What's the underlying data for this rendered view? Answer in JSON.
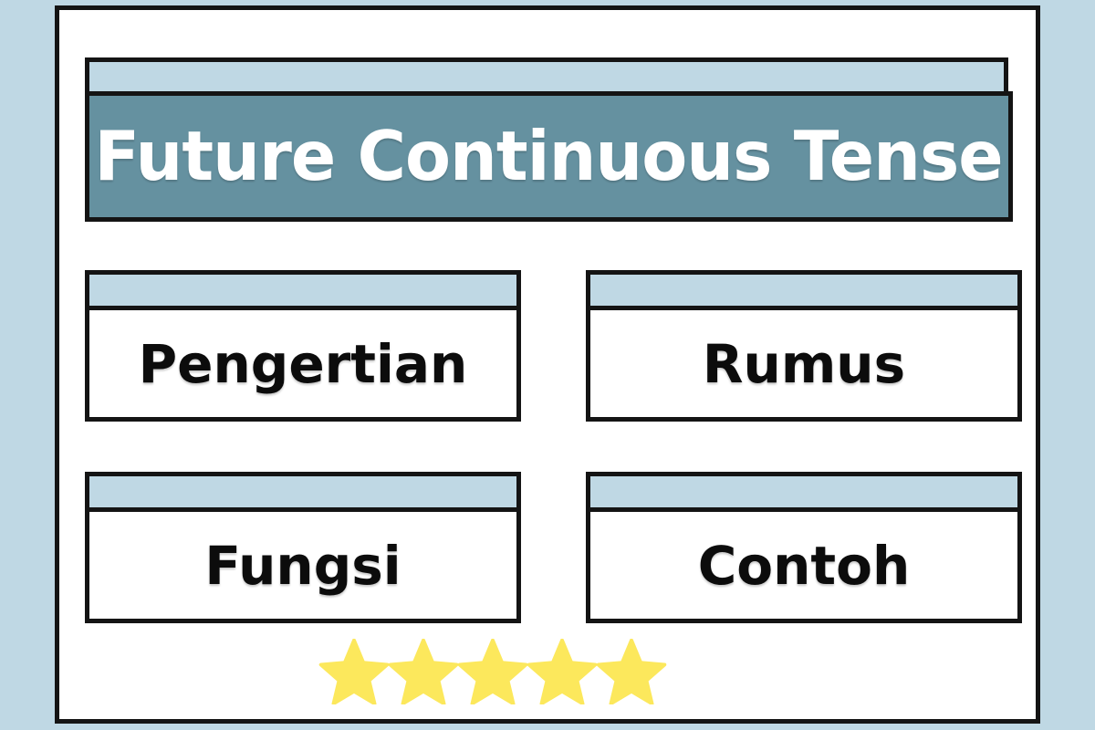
{
  "poster": {
    "title": "Future Continuous Tense",
    "cards": [
      {
        "label": "Pengertian"
      },
      {
        "label": "Rumus"
      },
      {
        "label": "Fungsi"
      },
      {
        "label": "Contoh"
      }
    ],
    "rating": {
      "icon": "star-icon",
      "count": 5,
      "filled": 5
    },
    "colors": {
      "page_background": "#bfd8e4",
      "frame_background": "#ffffff",
      "frame_border": "#141414",
      "strip_light_blue": "#bfd8e4",
      "banner_steel_blue": "#6591a0",
      "title_text": "#ffffff",
      "card_text": "#0c0c0c",
      "star_yellow": "#fce85c"
    }
  }
}
